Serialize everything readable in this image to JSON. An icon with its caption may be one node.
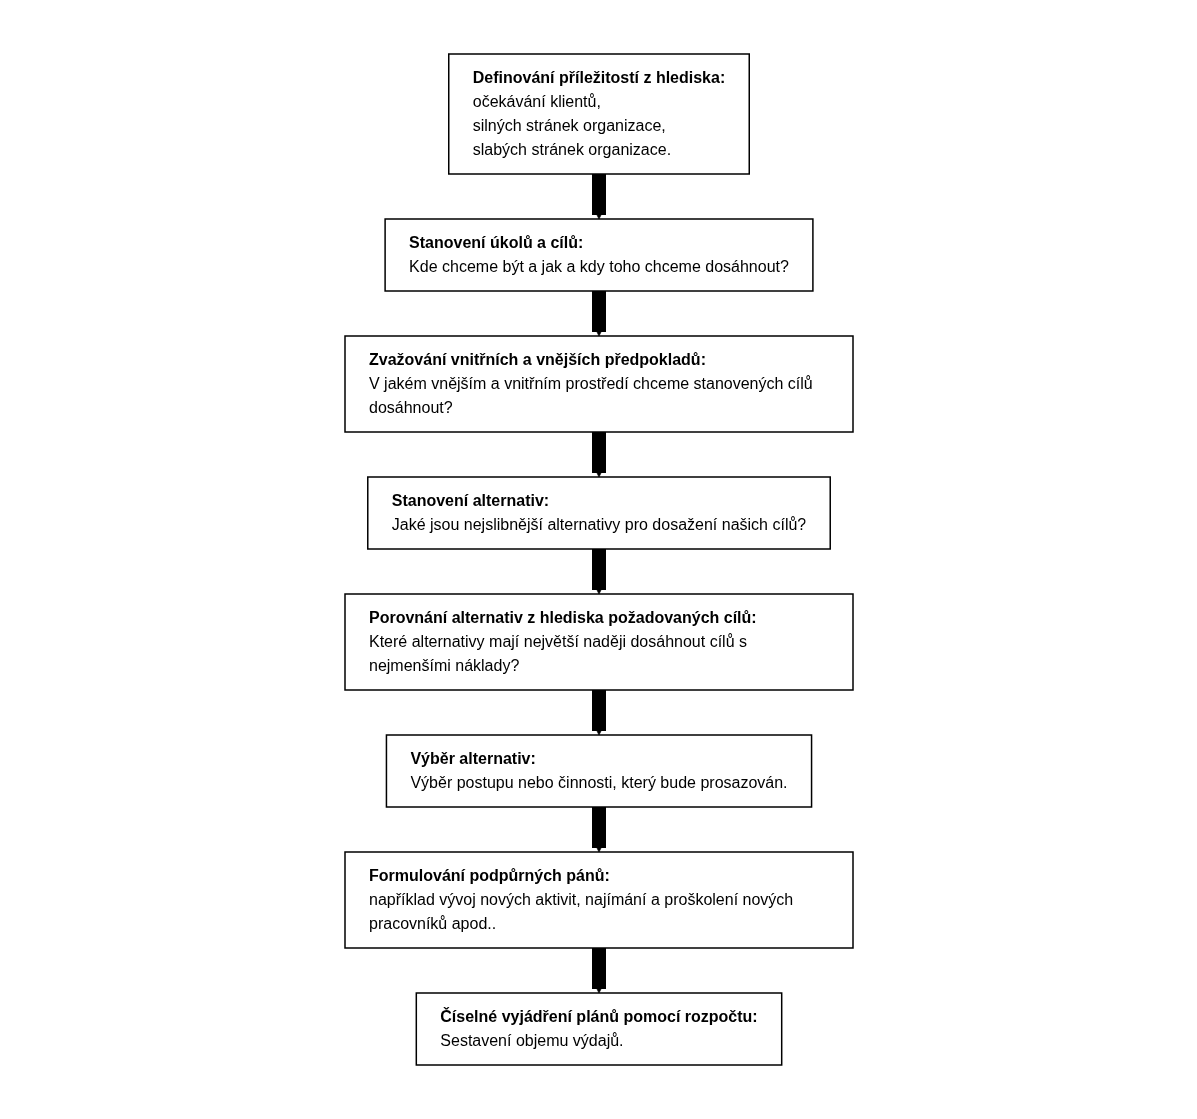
{
  "diagram": {
    "nodes": [
      {
        "text": [
          "Definování příležitostí z hlediska:",
          "očekávání klientů,",
          "silných stránek organizace,",
          "slabých stránek organizace."
        ]
      },
      {
        "text": [
          "Stanovení úkolů a cílů:",
          "Kde chceme být a jak a kdy toho chceme dosáhnout?"
        ]
      },
      {
        "text": [
          "Zvažování vnitřních a vnějších předpokladů:",
          "V jakém vnějším a vnitřním prostředí chceme stanovených cílů dosáhnout?"
        ]
      },
      {
        "text": [
          "Stanovení alternativ:",
          "Jaké jsou nejslibnější alternativy pro dosažení našich cílů?"
        ]
      },
      {
        "text": [
          "Porovnání alternativ z hlediska požadovaných cílů:",
          "Které alternativy mají největší naději dosáhnout cílů s nejmenšími náklady?"
        ]
      },
      {
        "text": [
          "Výběr alternativ:",
          "Výběr postupu nebo činnosti, který bude prosazován."
        ]
      },
      {
        "text": [
          "Formulování podpůrných pánů:",
          "například vývoj nových aktivit, najímání a proškolení nových pracovníků apod.."
        ]
      },
      {
        "text": [
          "Číselné vyjádření plánů pomocí rozpočtu:",
          "Sestavení objemu výdajů."
        ]
      }
    ],
    "edges": [
      {
        "from": 0,
        "to": 1,
        "arrow": "to"
      },
      {
        "from": 1,
        "to": 2,
        "arrow": "to"
      },
      {
        "from": 2,
        "to": 3,
        "arrow": "to"
      },
      {
        "from": 3,
        "to": 4,
        "arrow": "to"
      },
      {
        "from": 4,
        "to": 5,
        "arrow": "to"
      },
      {
        "from": 5,
        "to": 6,
        "arrow": "to"
      },
      {
        "from": 6,
        "to": 7,
        "arrow": "to"
      }
    ]
  }
}
